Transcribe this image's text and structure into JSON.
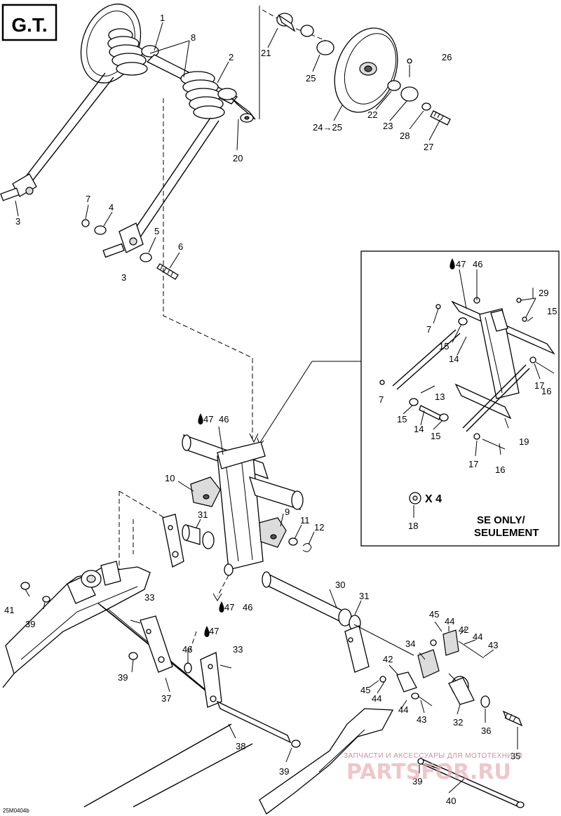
{
  "header": {
    "model_label": "G.T."
  },
  "inset": {
    "note_line1": "SE ONLY/",
    "note_line2": "SEULEMENT",
    "multiplier": "X 4"
  },
  "footer": {
    "drawing_code": "25M0404b"
  },
  "watermark": {
    "tagline": "ЗАПЧАСТИ И АКСЕССУАРЫ ДЛЯ МОТОТЕХНИКИ",
    "brand": "PARTSFOR.RU"
  },
  "callouts": {
    "c1": "1",
    "c8": "8",
    "c2": "2",
    "c20": "20",
    "c3a": "3",
    "c3b": "3",
    "c7a": "7",
    "c4": "4",
    "c5": "5",
    "c6": "6",
    "c21": "21",
    "c25": "25",
    "c26": "26",
    "c22": "22",
    "c23": "23",
    "c24_25": "24→25",
    "c28": "28",
    "c27": "27",
    "c47a": "47",
    "c46a": "46",
    "c29": "29",
    "c7b": "7",
    "c15a": "15",
    "c14a": "14",
    "c15b": "15",
    "c17a": "17",
    "c16a": "16",
    "c7c": "7",
    "c13": "13",
    "c15c": "15",
    "c14b": "14",
    "c15d": "15",
    "c19": "19",
    "c17b": "17",
    "c16b": "16",
    "c18": "18",
    "c47b": "47",
    "c46b": "46",
    "c10": "10",
    "c31a": "31",
    "c9": "9",
    "c11": "11",
    "c12": "12",
    "c41": "41",
    "c39a": "39",
    "c33a": "33",
    "c47c": "47",
    "c46c": "46",
    "c30": "30",
    "c31b": "31",
    "c45a": "45",
    "c44a": "44",
    "c42a": "42",
    "c44b": "44",
    "c43a": "43",
    "c34": "34",
    "c42b": "42",
    "c45b": "45",
    "c44c": "44",
    "c44d": "44",
    "c43b": "43",
    "c47d": "47",
    "c46d": "46",
    "c33b": "33",
    "c39b": "39",
    "c37": "37",
    "c32": "32",
    "c36": "36",
    "c35": "35",
    "c38": "38",
    "c39c": "39",
    "c39d": "39",
    "c40": "40"
  }
}
